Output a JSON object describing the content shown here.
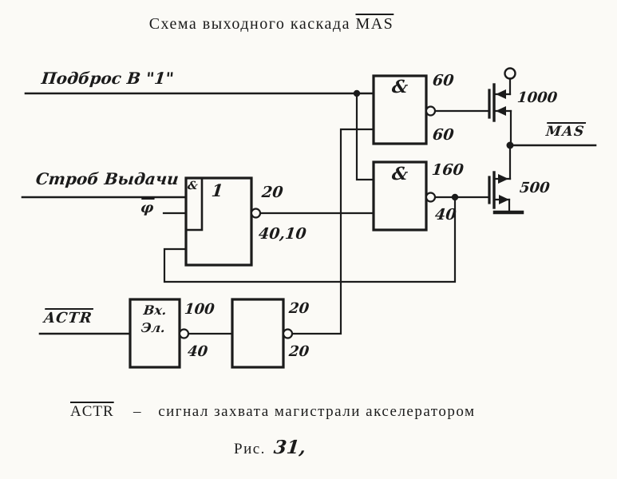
{
  "title": {
    "prefix": "Схема выходного каскада",
    "signal": "MAS"
  },
  "rails": {
    "podbros": "Подброс В \"1\"",
    "strobe": "Строб Выдачи",
    "phi": "φ",
    "actr": "ACTR"
  },
  "net": {
    "mas": "MAS"
  },
  "gates": {
    "one": {
      "and_mark": "&",
      "mark": "1",
      "pin_top": "20",
      "pin_bottom": "40,10"
    },
    "and_top": {
      "mark": "&",
      "pin_top": "60",
      "pin_bottom": "60"
    },
    "and_bottom": {
      "mark": "&",
      "pin_top": "160",
      "pin_bottom": "40"
    },
    "input_el": {
      "line1": "Вх.",
      "line2": "Эл.",
      "pin_top": "100",
      "pin_bottom": "40"
    },
    "buffer": {
      "pin_top": "20",
      "pin_bottom": "20"
    }
  },
  "transistors": {
    "upper": "1000",
    "lower": "500"
  },
  "caption": {
    "signal": "ACTR",
    "dash": "–",
    "text": "сигнал захвата магистрали акселератором"
  },
  "figure": {
    "prefix": "Рис.",
    "number": "31,"
  },
  "colors": {
    "ink": "#1b1b1b",
    "paper": "#fbfaf6"
  }
}
